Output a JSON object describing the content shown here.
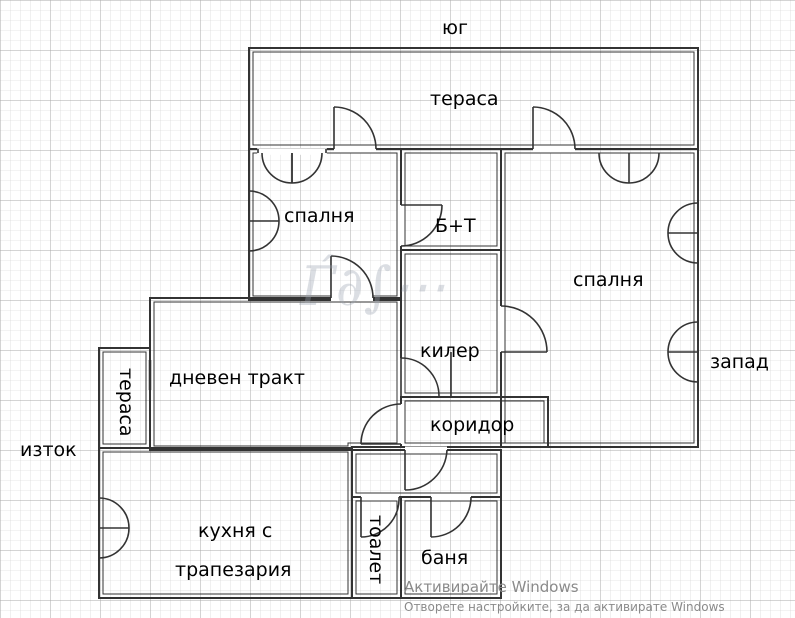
{
  "directions": {
    "south": "юг",
    "east": "изток",
    "west": "запад"
  },
  "rooms": {
    "terrace_top": "тераса",
    "bedroom_left": "спалня",
    "bath_wc": "Б+Т",
    "bedroom_right": "спалня",
    "pantry": "килер",
    "living": "дневен тракт",
    "terrace_left": "тераса",
    "corridor": "коридор",
    "kitchen_line1": "кухня с",
    "kitchen_line2": "трапезария",
    "toilet": "тоалет",
    "bathroom": "баня"
  },
  "windows_overlay": {
    "title": "Активирайте Windows",
    "subtitle": "Отворете настройките, за да активирате Windows"
  },
  "colors": {
    "grid_line": "#c9c9c9",
    "wall": "#333333",
    "watermark": "#8a8a8a"
  }
}
